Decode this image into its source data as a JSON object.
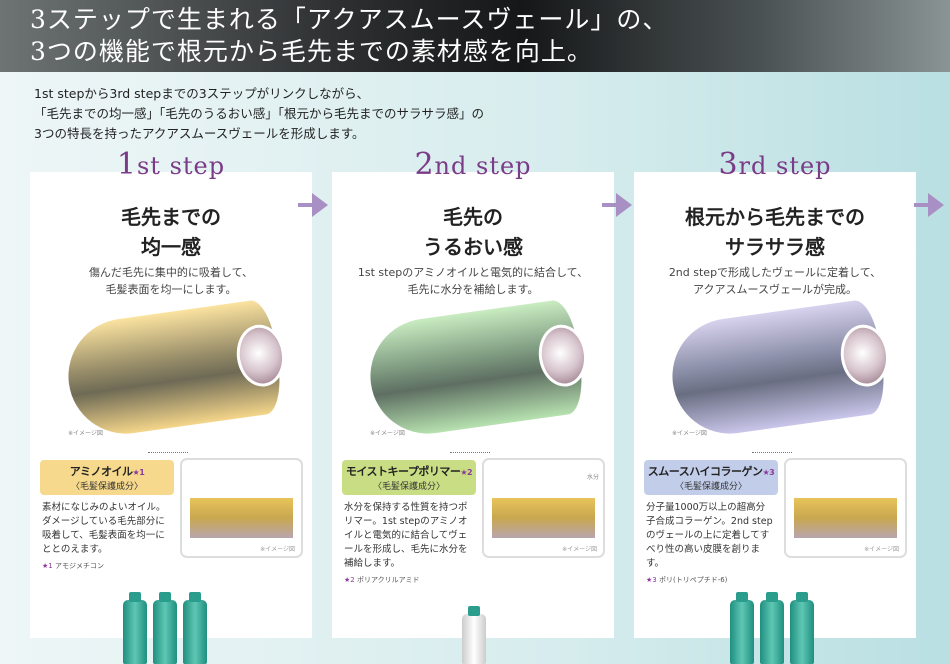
{
  "header": {
    "line1": "3ステップで生まれる「アクアスムースヴェール」の、",
    "line2": "3つの機能で根元から毛先までの素材感を向上。"
  },
  "intro": [
    "1st stepから3rd stepまでの3ステップがリンクしながら、",
    "「毛先までの均一感」「毛先のうるおい感」「根元から毛先までのサラサラ感」の",
    "3つの特長を持ったアクアスムースヴェールを形成します。"
  ],
  "colors": {
    "step_label": "#7a3b87",
    "arrow": "#a88fc4",
    "step1": "#f7d98d",
    "step2": "#c9de84",
    "step3": "#c2cdea"
  },
  "steps": [
    {
      "num": "1",
      "suffix": "st step",
      "title1": "毛先までの",
      "title2": "均一感",
      "desc1": "傷んだ毛先に集中的に吸着して、",
      "desc2": "毛髪表面を均一にします。",
      "note": "※イメージ図",
      "ingredient": "アミノオイル",
      "star": "★1",
      "sub": "〈毛髪保護成分〉",
      "body": "素材になじみのよいオイル。ダメージしている毛先部分に吸着して、毛髪表面を均一にととのえます。",
      "foot_star": "★1",
      "foot": " アモジメチコン",
      "img_note": "※イメージ図",
      "extra": ""
    },
    {
      "num": "2",
      "suffix": "nd step",
      "title1": "毛先の",
      "title2": "うるおい感",
      "desc1": "1st stepのアミノオイルと電気的に結合して、",
      "desc2": "毛先に水分を補給します。",
      "note": "※イメージ図",
      "ingredient": "モイストキープポリマー",
      "star": "★2",
      "sub": "〈毛髪保護成分〉",
      "body": "水分を保持する性質を持つポリマー。1st stepのアミノオイルと電気的に結合してヴェールを形成し、毛先に水分を補給します。",
      "foot_star": "★2",
      "foot": " ポリアクリルアミド",
      "img_note": "※イメージ図",
      "extra": "水分"
    },
    {
      "num": "3",
      "suffix": "rd step",
      "title1": "根元から毛先までの",
      "title2": "サラサラ感",
      "desc1": "2nd stepで形成したヴェールに定着して、",
      "desc2": "アクアスムースヴェールが完成。",
      "note": "※イメージ図",
      "ingredient": "スムースハイコラーゲン",
      "star": "★3",
      "sub": "〈毛髪保護成分〉",
      "body": "分子量1000万以上の超高分子合成コラーゲン。2nd stepのヴェールの上に定着してすべり性の高い皮膜を創ります。",
      "foot_star": "★3",
      "foot": " ポリ(トリペプチド-6)",
      "img_note": "※イメージ図",
      "extra": ""
    }
  ]
}
